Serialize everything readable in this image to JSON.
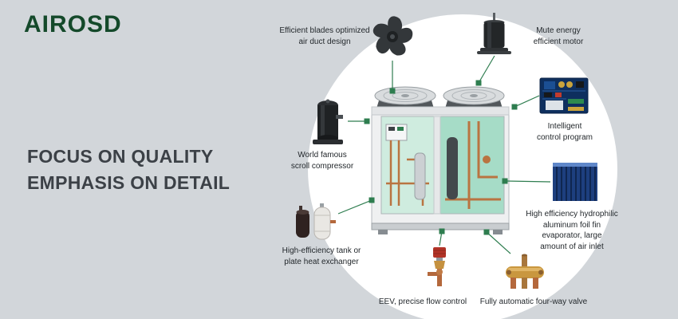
{
  "colors": {
    "background": "#d2d6da",
    "accent_green": "#2e7d4f",
    "logo_green": "#14492a",
    "headline_gray": "#3c4147",
    "copper": "#b97441",
    "panel_mint_light": "#cfecdf",
    "panel_mint_dark": "#a6dcc7"
  },
  "logo": {
    "text": "AIROSD"
  },
  "headline": {
    "text": "FOCUS ON QUALITY\nEMPHASIS ON DETAIL"
  },
  "callouts": {
    "fan": {
      "label": "Efficient blades optimized\nair duct design",
      "icon": "fan-blade"
    },
    "motor": {
      "label": "Mute energy\nefficient motor",
      "icon": "electric-motor"
    },
    "control": {
      "label": "Intelligent\ncontrol program",
      "icon": "circuit-board"
    },
    "evaporator": {
      "label": "High efficiency hydrophilic\naluminum foil fin\nevaporator, large\namount of air inlet",
      "icon": "fin-evaporator"
    },
    "four_way_valve": {
      "label": "Fully automatic four-way valve",
      "icon": "four-way-valve"
    },
    "eev": {
      "label": "EEV, precise flow control",
      "icon": "eev-valve"
    },
    "heat_exchanger": {
      "label": "High-efficiency tank or\nplate heat exchanger",
      "icon": "tank-heat-exchanger"
    },
    "compressor": {
      "label": "World famous\nscroll compressor",
      "icon": "scroll-compressor"
    }
  },
  "illustration": {
    "subject": "air-cooled heat pump unit with twin top fans"
  }
}
